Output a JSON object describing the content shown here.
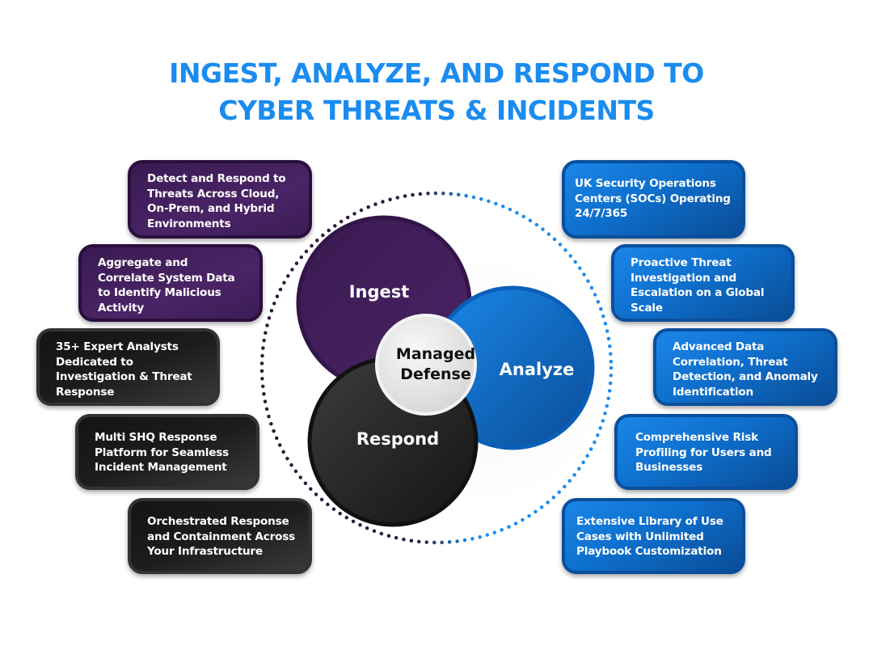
{
  "title": {
    "line1": "INGEST, ANALYZE, AND RESPOND TO",
    "line2": "CYBER THREATS & INCIDENTS"
  },
  "colors": {
    "title": "#1a8cf0",
    "ingest": "#3d1c55",
    "analyze": "#0e6fcc",
    "respond": "#1f1f1f",
    "core": "#e8e8e8"
  },
  "circles": {
    "ingest": "Ingest",
    "analyze": "Analyze",
    "respond": "Respond",
    "core_line1": "Managed",
    "core_line2": "Defense"
  },
  "left_boxes": [
    {
      "lines": [
        "Detect and Respond to",
        "Threats Across Cloud,",
        "On-Prem, and Hybrid",
        "Environments"
      ]
    },
    {
      "lines": [
        "Aggregate and",
        "Correlate System Data",
        "to Identify Malicious",
        "Activity"
      ]
    },
    {
      "lines": [
        "35+ Expert Analysts",
        "Dedicated to",
        "Investigation & Threat",
        "Response"
      ]
    },
    {
      "lines": [
        "Multi SHQ Response",
        "Platform for Seamless",
        "Incident Management"
      ]
    },
    {
      "lines": [
        "Orchestrated Response",
        "and Containment Across",
        "Your Infrastructure"
      ]
    }
  ],
  "right_boxes": [
    {
      "lines": [
        "UK Security Operations",
        "Centers (SOCs) Operating",
        "24/7/365"
      ]
    },
    {
      "lines": [
        "Proactive Threat",
        "Investigation and",
        "Escalation on a Global",
        "Scale"
      ]
    },
    {
      "lines": [
        "Advanced Data",
        "Correlation, Threat",
        "Detection, and Anomaly",
        "Identification"
      ]
    },
    {
      "lines": [
        "Comprehensive Risk",
        "Profiling for Users and",
        "Businesses"
      ]
    },
    {
      "lines": [
        "Extensive Library of Use",
        "Cases with Unlimited",
        "Playbook Customization"
      ]
    }
  ]
}
